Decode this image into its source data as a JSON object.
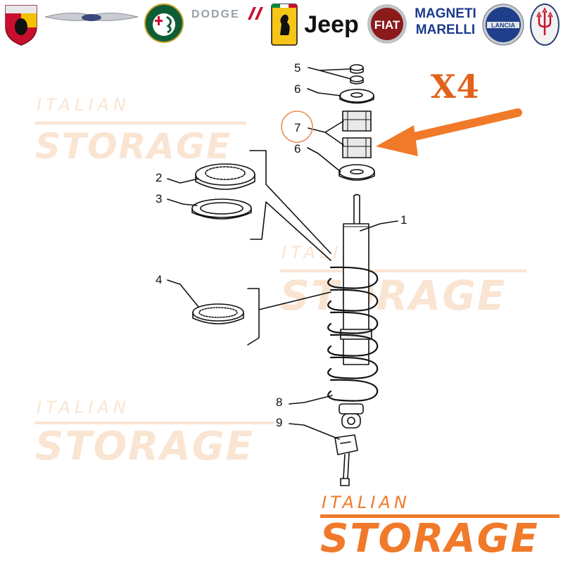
{
  "brands": [
    {
      "name": "ABARTH",
      "color": "#c8102e"
    },
    {
      "name": "CHRYSLER",
      "color": "#6b7280"
    },
    {
      "name": "ALFA ROMEO",
      "color": "#0f5d36"
    },
    {
      "name": "DODGE",
      "color": "#9aa0a6"
    },
    {
      "name": "Ferrari",
      "color": "#f5c518"
    },
    {
      "name": "Jeep",
      "color": "#111111"
    },
    {
      "name": "FIAT",
      "color": "#8b1a1a"
    },
    {
      "name": "MAGNETI MARELLI",
      "color": "#1b3a8a"
    },
    {
      "name": "LANCIA",
      "color": "#1f3f8a"
    },
    {
      "name": "MASERATI",
      "color": "#2b3f73"
    }
  ],
  "watermark": {
    "top": "ITALIAN",
    "bottom": "STORAGE",
    "color": "#f07a2a"
  },
  "highlight": {
    "label": "X4",
    "color": "#e2621c"
  },
  "callouts": [
    "5",
    "6",
    "7",
    "6",
    "2",
    "3",
    "1",
    "4",
    "8",
    "9"
  ],
  "icons": [
    "orange-arrow-icon",
    "highlight-circle-icon"
  ]
}
